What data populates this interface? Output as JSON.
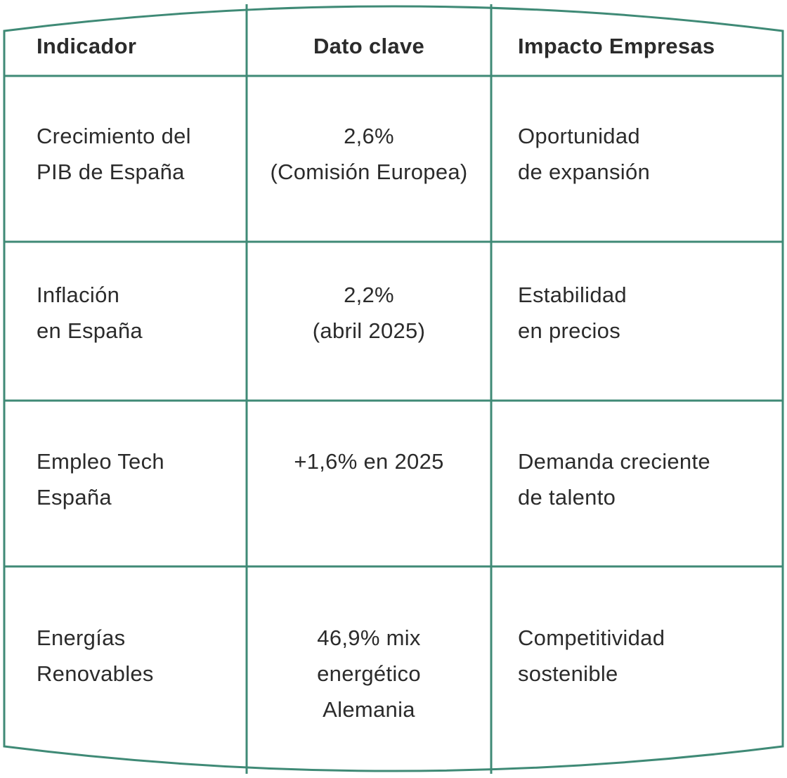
{
  "table": {
    "headers": [
      "Indicador",
      "Dato clave",
      "Impacto Empresas"
    ],
    "rows": [
      {
        "indicator": [
          "Crecimiento del",
          "PIB de España"
        ],
        "value": [
          "2,6%",
          "(Comisión Europea)"
        ],
        "impact": [
          "Oportunidad",
          "de expansión"
        ]
      },
      {
        "indicator": [
          "Inflación",
          "en España"
        ],
        "value": [
          "2,2%",
          "(abril 2025)"
        ],
        "impact": [
          "Estabilidad",
          "en precios"
        ]
      },
      {
        "indicator": [
          "Empleo Tech",
          "España"
        ],
        "value": [
          "+1,6% en 2025"
        ],
        "impact": [
          "Demanda creciente",
          "de talento"
        ]
      },
      {
        "indicator": [
          "Energías",
          "Renovables"
        ],
        "value": [
          "46,9% mix",
          "energético",
          "Alemania"
        ],
        "impact": [
          "Competitividad",
          "sostenible"
        ]
      }
    ]
  },
  "colors": {
    "border": "#3f8a76",
    "text": "#2b2b2b",
    "background": "#ffffff"
  }
}
